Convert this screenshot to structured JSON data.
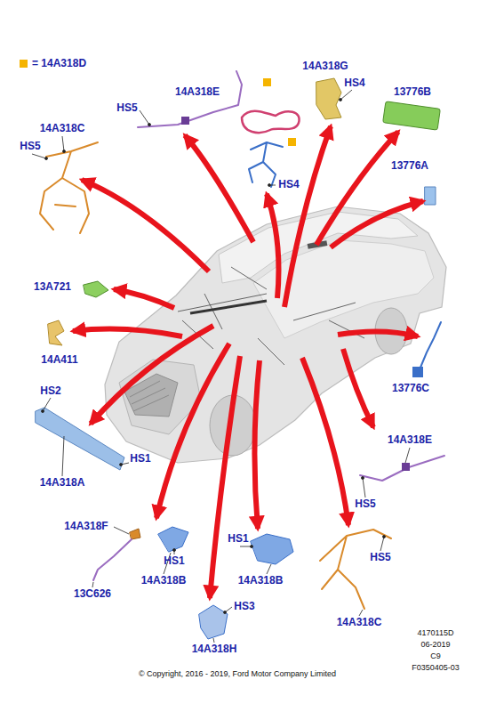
{
  "diagram": {
    "caption": "© Copyright, 2016 - 2019, Ford Motor Company Limited",
    "labels": [
      "14A318E",
      "HS5",
      "14A318G",
      "HS4",
      "13776B",
      "14A318C",
      "HS5",
      "HS4",
      "13776A",
      "13A721",
      "14A411",
      "13776C",
      "HS2",
      "14A318E",
      "HS1",
      "14A318A",
      "HS5",
      "14A318F",
      "HS1",
      "HS5",
      "HS1",
      "14A318B",
      "14A318B",
      "13C626",
      "14A318C",
      "HS3",
      "14A318H",
      "4170115D",
      "06-2019",
      "C9",
      "F0350405-03"
    ],
    "legend": [
      {
        "text": "= 14A318D",
        "color": "#f5b400"
      }
    ]
  }
}
